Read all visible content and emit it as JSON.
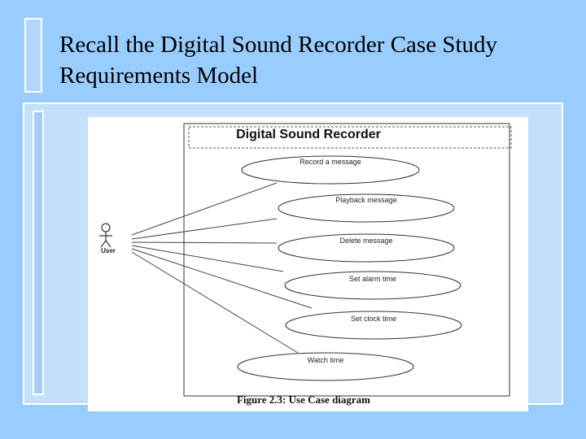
{
  "slide": {
    "title_lines": [
      "Recall the Digital Sound Recorder Case Study",
      "Requirements Model"
    ],
    "background": "#99ccff"
  },
  "diagram": {
    "title": "Digital Sound Recorder",
    "actor": "User",
    "use_cases": [
      "Record a message",
      "Playback message",
      "Delete message",
      "Set  alarm time",
      "Set clock time",
      "Watch time"
    ],
    "caption": "Figure 2.3: Use Case diagram"
  }
}
